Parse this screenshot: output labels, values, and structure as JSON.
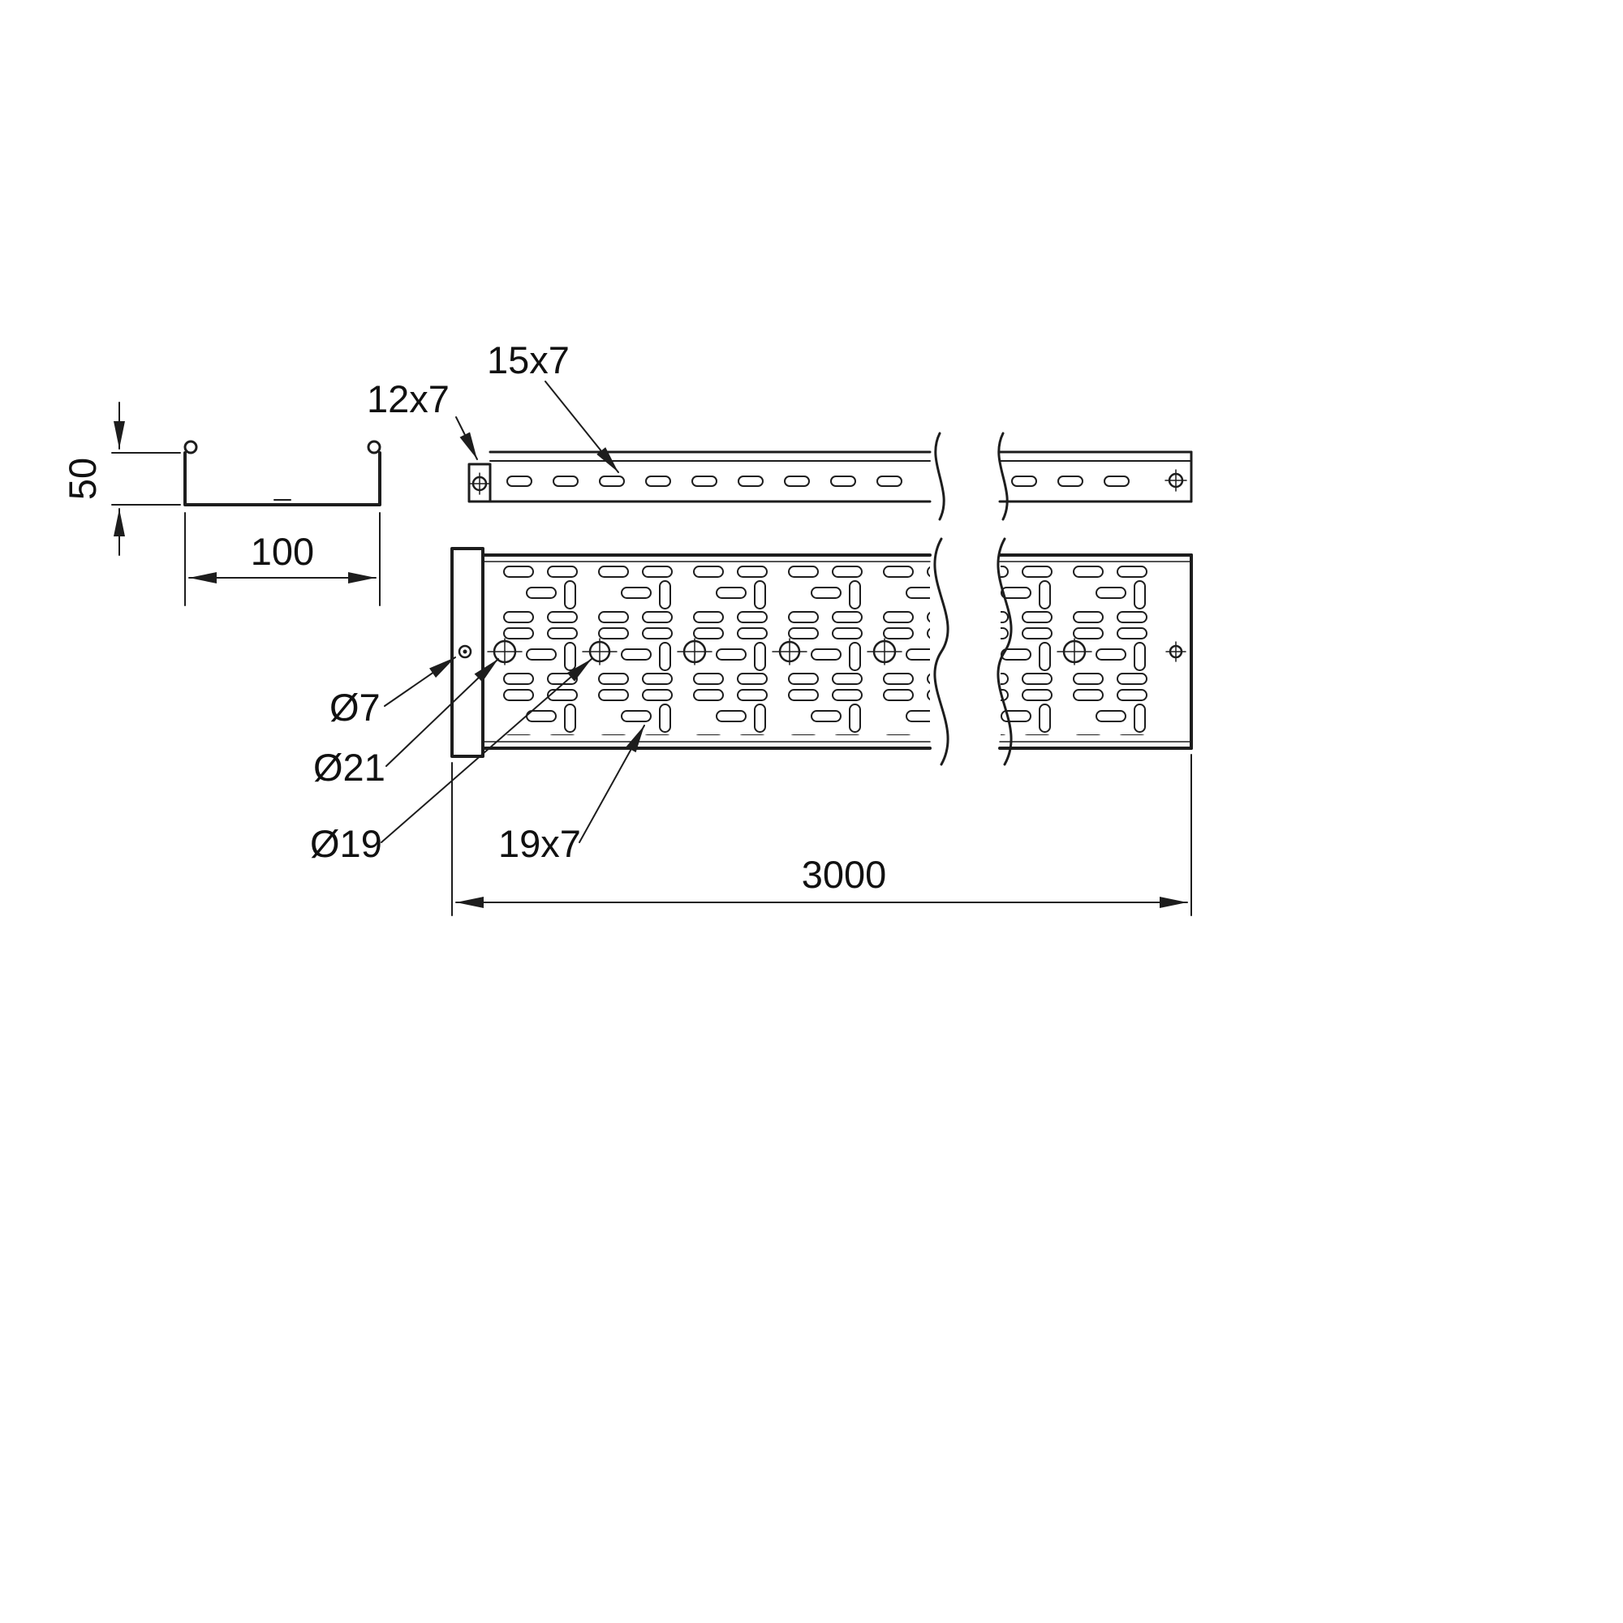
{
  "style": {
    "background": "#ffffff",
    "line_color": "#1d1d1d",
    "text_color": "#111111"
  },
  "cross_section": {
    "height_label": "50",
    "width_label": "100"
  },
  "side_view": {
    "end_plate_slot_label": "12x7",
    "rail_slot_label": "15x7"
  },
  "top_view": {
    "edge_hole_label": "Ø7",
    "large_hole_label": "Ø21",
    "medium_hole_label": "Ø19",
    "perforation_slot_label": "19x7",
    "overall_length_label": "3000"
  }
}
